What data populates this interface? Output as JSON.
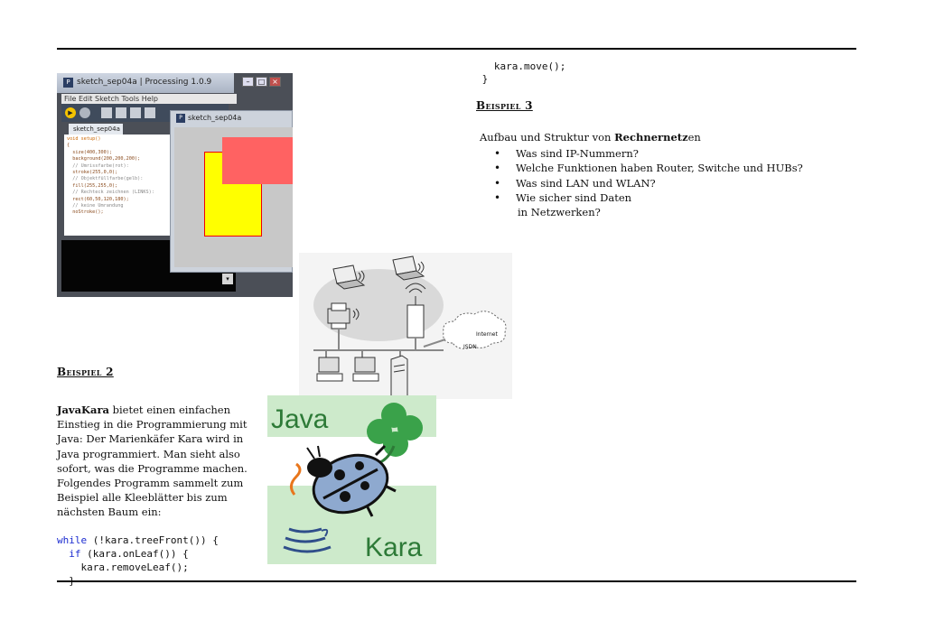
{
  "processing": {
    "window_title": "sketch_sep04a | Processing 1.0.9",
    "menu": [
      "File",
      "Edit",
      "Sketch",
      "Tools",
      "Help"
    ],
    "tab_label": "sketch_sep04a",
    "sketch_window_title": "sketch_sep04a",
    "code_lines": [
      "void setup()",
      "{",
      "  size(400,300);",
      "  background(200,200,200);",
      "  // Umrissfarbe(rot):",
      "  stroke(255,0,0);",
      "  // Objektfüllfarbe(gelb):",
      "  fill(255,255,0);",
      "  // Rechteck zeichnen (LINKS):",
      "  rect(60,50,120,180);",
      "  // keine Umrandung",
      "  noStroke();"
    ]
  },
  "top_code": [
    "   kara.move();",
    " }"
  ],
  "beispiel3": {
    "heading": "Beispiel 3",
    "intro_prefix": "Aufbau und Struktur von ",
    "intro_bold": "Rechnernetz",
    "intro_suffix": "en",
    "bullets": [
      "Was sind IP-Nummern?",
      "Welche Funktionen haben Router, Switche und HUBs?",
      "Was sind LAN und WLAN?",
      "Wie sicher sind Daten"
    ],
    "bullet_continuation": "in Netzwerken?"
  },
  "network": {
    "cloud_internet": "Internet",
    "cloud_isdn": "ISDN"
  },
  "beispiel2": {
    "heading": "Beispiel 2",
    "para_bold": "JavaKara",
    "para_rest": " bietet einen einfachen Einstieg in die Programmierung mit Java: Der Marienkäfer Kara wird in Java programmiert. Man sieht also sofort, was die Programme machen. Folgendes Programm sammelt zum Beispiel alle Kleeblätter bis zum nächsten Baum ein:",
    "code": {
      "l1_kw": "while",
      "l1_rest": " (!kara.treeFront()) {",
      "l2_kw": "  if",
      "l2_rest": " (kara.onLeaf()) {",
      "l3": "    kara.removeLeaf();",
      "l4": "  }"
    }
  },
  "logo": {
    "word_top": "Java",
    "word_bottom": "Kara",
    "colors": {
      "band": "#cdeacb",
      "text": "#2d7a37",
      "clover": "#3aa24a"
    }
  }
}
